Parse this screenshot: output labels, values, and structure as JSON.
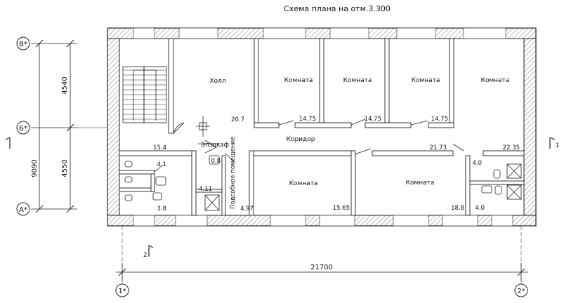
{
  "title": "Схема плана на отм.3.300",
  "axes": {
    "rows": [
      "В*",
      "Б*",
      "А*"
    ],
    "cols": [
      "1*",
      "2*"
    ]
  },
  "dimensions": {
    "overall_width": "21700",
    "total_height": "9090",
    "upper_span": "4540",
    "lower_span": "4550"
  },
  "section_marks": [
    "1",
    "2"
  ],
  "rooms": {
    "hall": "Холл",
    "room": "Комната",
    "corridor": "Коридор",
    "cabinet": "Эл.щкаф",
    "utility": "Подсобное помещение"
  },
  "areas": {
    "hall": "20.7",
    "room1": "14.75",
    "room2": "14.75",
    "room3": "14.75",
    "room4": "22.35",
    "corridor": "21.73",
    "stairs": "15.4",
    "wc1": "4.1",
    "wc2": "3.8",
    "cabinet": "0.8",
    "shower": "4.11",
    "utility": "4.97",
    "room5": "15.65",
    "room6": "18.8",
    "right_small_upper": "4.0",
    "right_small_lower": "4.0"
  }
}
